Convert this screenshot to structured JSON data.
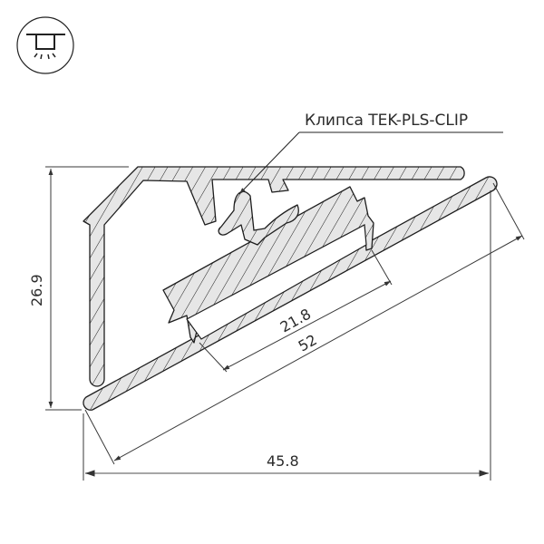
{
  "icon": {
    "name": "ceiling-light-icon",
    "description": "Profile mount type: ceiling light"
  },
  "callout": {
    "label": "Клипса TEK-PLS-CLIP"
  },
  "dimensions": {
    "height": "26.9",
    "width": "45.8",
    "diagonal_outer": "52",
    "diagonal_inner": "21.8"
  },
  "colors": {
    "stroke": "#1e1e1e",
    "fill": "#e6e6e6",
    "dim_line": "#3a3a3a",
    "text": "#2b2b2b"
  }
}
